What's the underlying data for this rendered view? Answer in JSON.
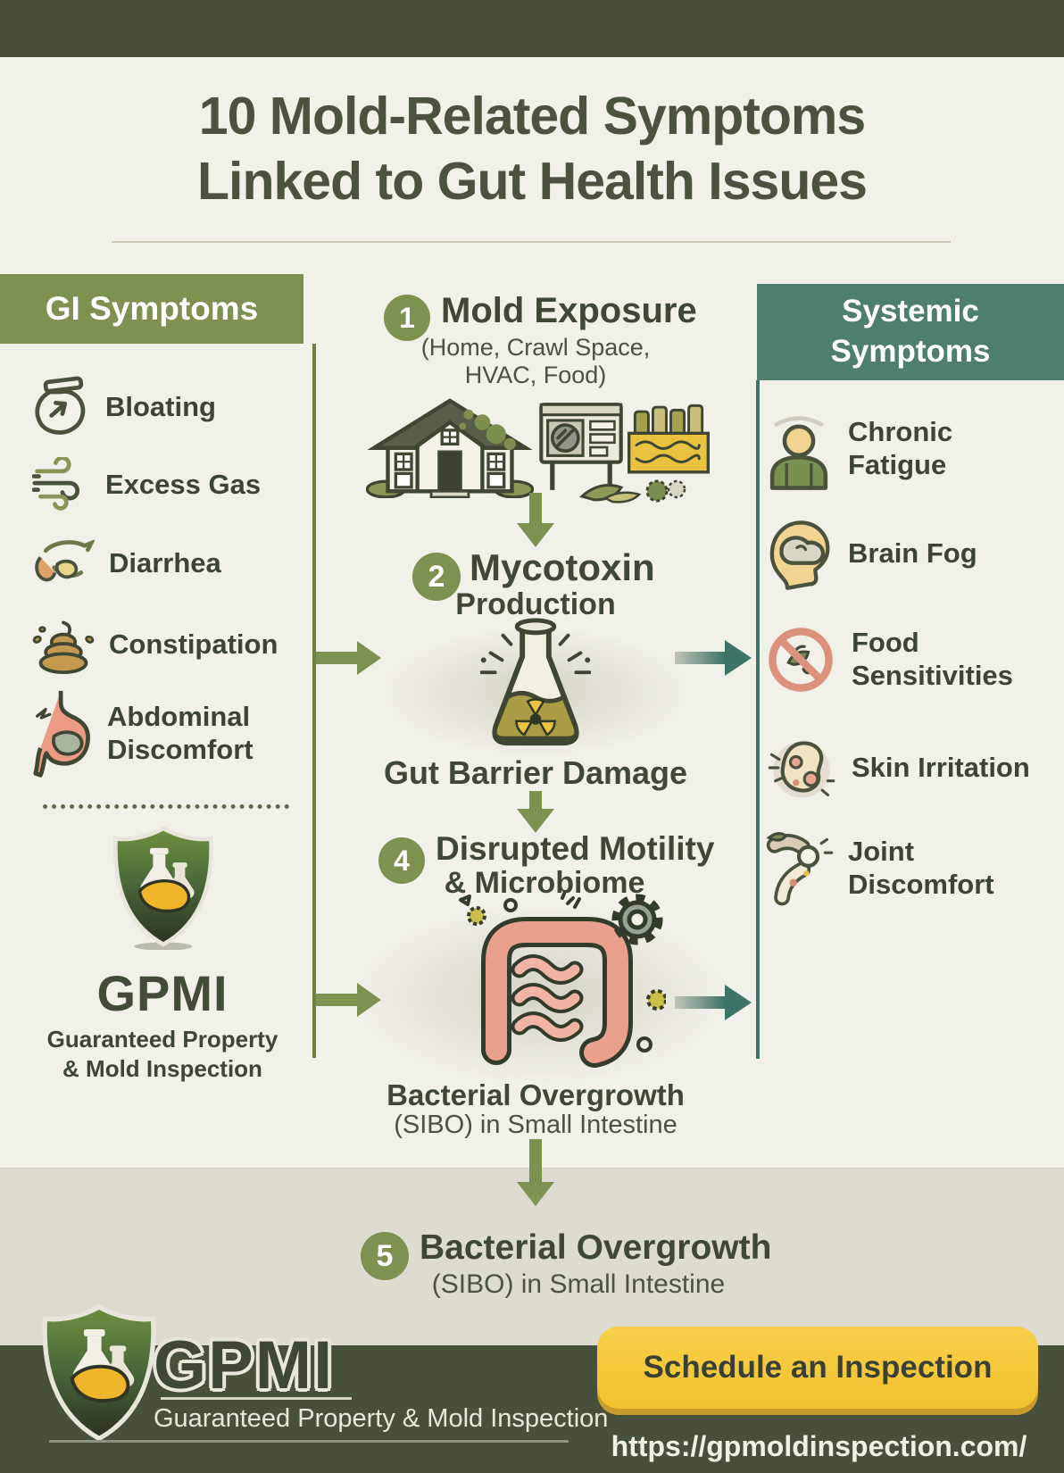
{
  "title": {
    "line1": "10 Mold-Related Symptoms",
    "line2": "Linked to Gut Health Issues"
  },
  "gi_panel": {
    "header": "GI Symptoms",
    "items": [
      {
        "label": "Bloating",
        "icon": "jar-icon"
      },
      {
        "label": "Excess Gas",
        "icon": "gas-wind-icon"
      },
      {
        "label": "Diarrhea",
        "icon": "diarrhea-icon"
      },
      {
        "label": "Constipation",
        "icon": "poop-icon"
      },
      {
        "label": "Abdominal Discomfort",
        "icon": "stomach-icon"
      }
    ]
  },
  "sidebar_brand": {
    "name": "GPMI",
    "tagline_line1": "Guaranteed Property",
    "tagline_line2": "& Mold Inspection"
  },
  "flow": {
    "step1": {
      "number": "1",
      "title": "Mold Exposure",
      "subtitle_line1": "(Home, Crawl Space,",
      "subtitle_line2": "HVAC, Food)"
    },
    "step2": {
      "number": "2",
      "title": "Mycotoxin",
      "subtitle": "Production",
      "caption": "Gut Barrier Damage"
    },
    "step4": {
      "number": "4",
      "title_line1": "Disrupted Motility",
      "title_line2": "& Microbiome",
      "caption_line1": "Bacterial Overgrowth",
      "caption_line2": "(SIBO) in Small Intestine"
    },
    "step5": {
      "number": "5",
      "title": "Bacterial Overgrowth",
      "subtitle": "(SIBO) in Small Intestine"
    }
  },
  "systemic_panel": {
    "header_line1": "Systemic",
    "header_line2": "Symptoms",
    "items": [
      {
        "label": "Chronic Fatigue",
        "icon": "person-icon"
      },
      {
        "label": "Brain Fog",
        "icon": "head-profile-icon"
      },
      {
        "label": "Food Sensitivities",
        "icon": "no-food-icon"
      },
      {
        "label": "Skin Irritation",
        "icon": "skin-icon"
      },
      {
        "label": "Joint Discomfort",
        "icon": "joint-icon"
      }
    ]
  },
  "footer": {
    "brand": "GPMI",
    "tagline": "Guaranteed Property & Mold Inspection",
    "cta_label": "Schedule an Inspection",
    "url": "https://gpmoldinspection.com/"
  },
  "colors": {
    "background": "#f1f0e9",
    "band_dark": "#46503b",
    "olive": "#7d9150",
    "teal_header": "#4e7e6e",
    "teal_arrow": "#3e7468",
    "cta_yellow": "#f5c835",
    "salmon": "#e9a08d",
    "text_dark": "#3f4836",
    "step5_band": "#dedcd0"
  }
}
